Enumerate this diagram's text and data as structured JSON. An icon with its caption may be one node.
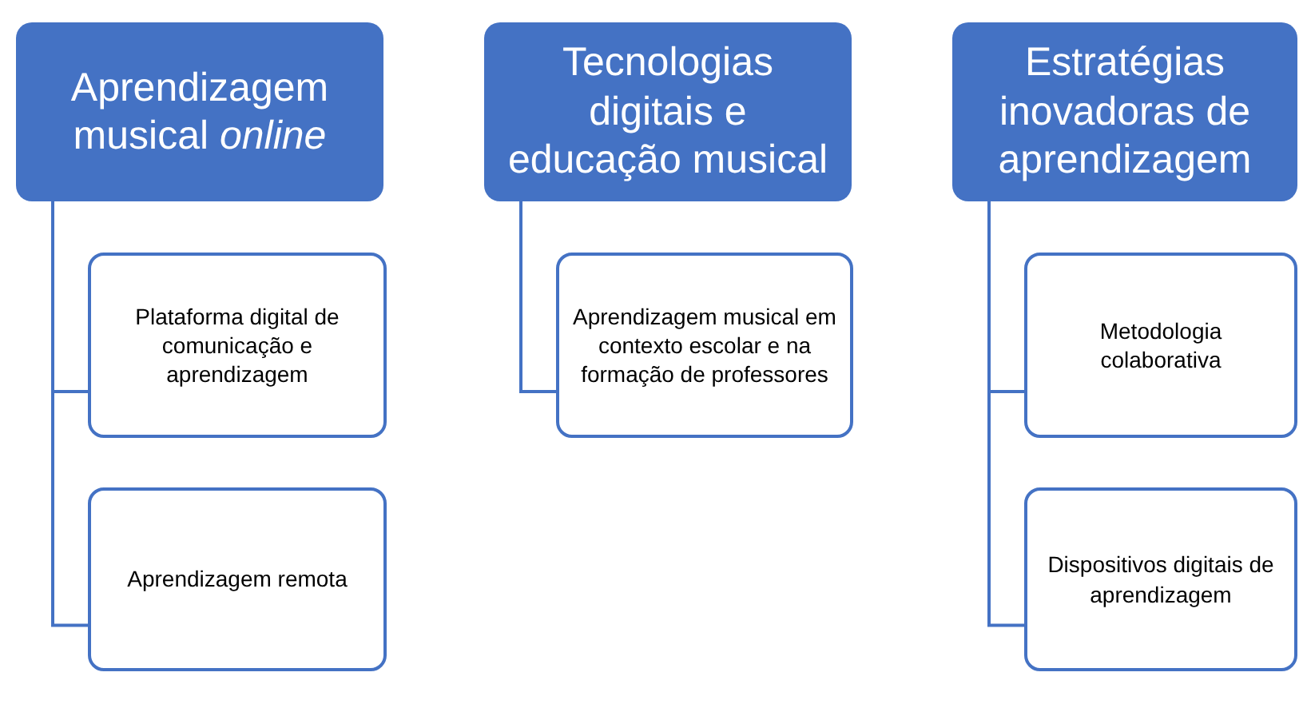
{
  "diagram": {
    "nodes": [
      {
        "text": [
          "Aprendizagem musical *online*"
        ]
      },
      {
        "text": [
          "Tecnologias digitais e educação musical"
        ]
      },
      {
        "text": [
          "Estratégias inovadoras de aprendizagem"
        ]
      },
      {
        "text": [
          "Plataforma digital de comunicação e aprendizagem"
        ]
      },
      {
        "text": [
          "Aprendizagem remota"
        ]
      },
      {
        "text": [
          "Aprendizagem musical em contexto escolar e na formação de professores"
        ]
      },
      {
        "text": [
          "Metodologia colaborativa"
        ]
      },
      {
        "text": [
          "Dispositivos digitais de aprendizagem"
        ]
      }
    ],
    "edges": [
      {
        "from": 0,
        "to": 3,
        "arrow": "none"
      },
      {
        "from": 0,
        "to": 4,
        "arrow": "none"
      },
      {
        "from": 1,
        "to": 5,
        "arrow": "none"
      },
      {
        "from": 2,
        "to": 6,
        "arrow": "none"
      },
      {
        "from": 2,
        "to": 7,
        "arrow": "none"
      }
    ]
  }
}
